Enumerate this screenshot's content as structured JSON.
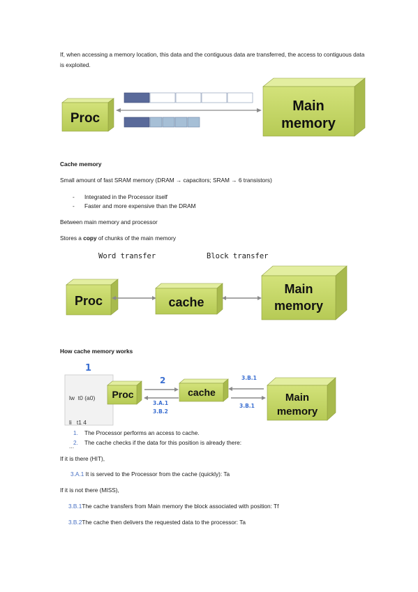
{
  "intro": "If, when accessing a memory location, this data and the contiguous data are transferred, the access to contiguous data is exploited.",
  "diagram1": {
    "proc": "Proc",
    "main_line1": "Main",
    "main_line2": "memory"
  },
  "cache_section": {
    "heading": "Cache memory",
    "line1": "Small amount of fast SRAM memory (DRAM → capacitors; SRAM → 6 transistors)",
    "bullets": [
      "Integrated in the Processor itself",
      "Faster and more expensive than the DRAM"
    ],
    "line2": "Between main memory and processor",
    "line3_pre": "Stores a ",
    "line3_bold": "copy",
    "line3_post": " of chunks of the main memory"
  },
  "diagram2": {
    "word_transfer": "Word transfer",
    "block_transfer": "Block transfer",
    "proc": "Proc",
    "cache": "cache",
    "main_line1": "Main",
    "main_line2": "memory"
  },
  "how_section": {
    "heading": "How cache memory works"
  },
  "diagram3": {
    "step1": "1",
    "code": [
      "lw  t0 (a0)",
      "li   t1 4",
      "..."
    ],
    "proc": "Proc",
    "step2": "2",
    "step3a1": "3.A.1",
    "step3b2_left": "3.B.2",
    "cache": "cache",
    "step3b1_top": "3.B.1",
    "step3b1_bottom": "3.B.1",
    "main_line1": "Main",
    "main_line2": "memory"
  },
  "steps": [
    {
      "num": "1.",
      "text": "The Processor performs an access to cache."
    },
    {
      "num": "2.",
      "text": "The cache checks if the data for this position is already there:"
    }
  ],
  "hit": {
    "label": "If it is there (HIT),",
    "num": "3.A.1",
    "text": " It is served to the Processor from the cache (quickly): Ta"
  },
  "miss": {
    "label": "If it is not there (MISS),",
    "items": [
      {
        "num": "3.B.1",
        "text": "The cache transfers from Main memory the block associated with position: Tf"
      },
      {
        "num": "3.B.2",
        "text": "The cache then delivers the requested data to the processor: Ta"
      }
    ]
  },
  "colors": {
    "box_front": "#c6d96a",
    "box_top": "#dcea8e",
    "box_side": "#a9bb4d",
    "accent_blue": "#4a72c4",
    "block_dark": "#5a6a9a",
    "block_light": "#a6bfd6"
  }
}
